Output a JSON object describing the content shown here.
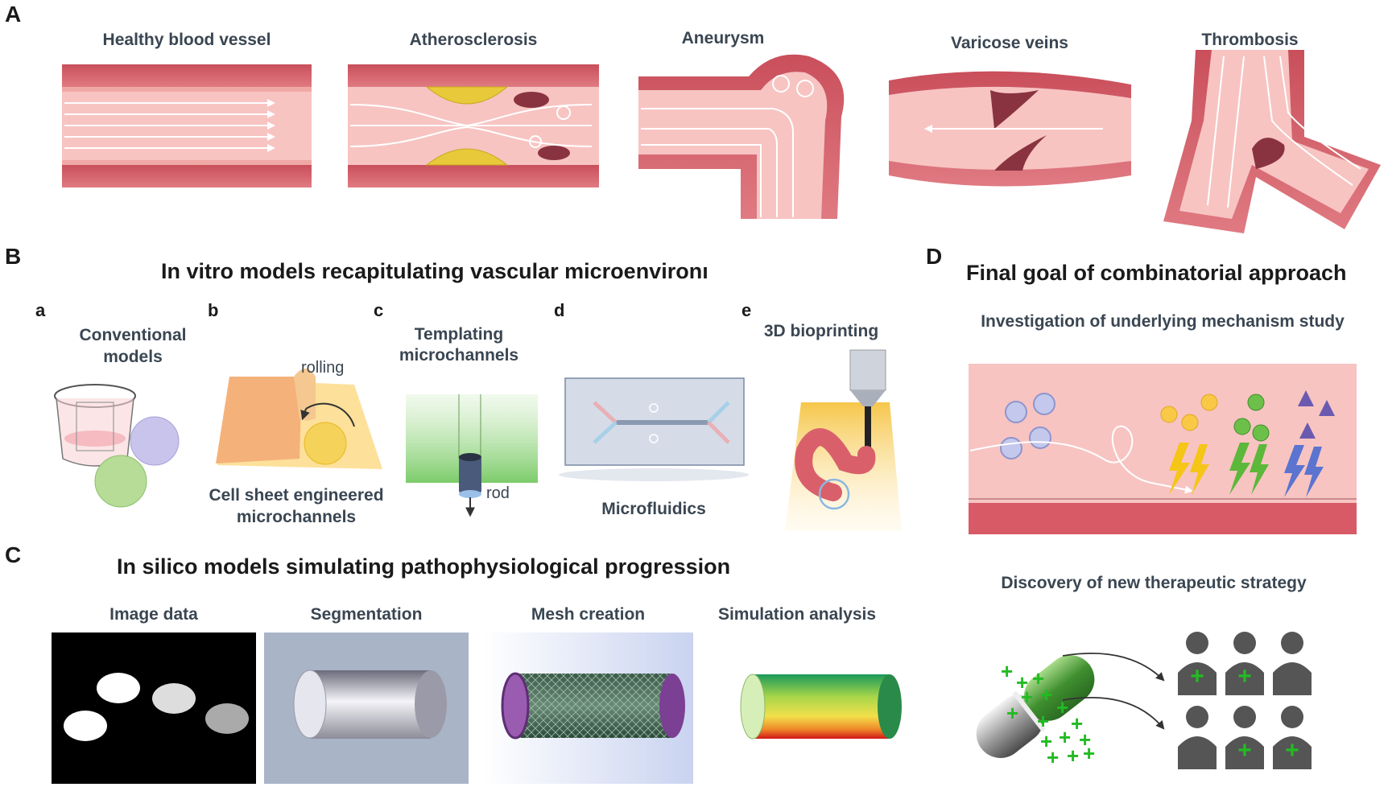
{
  "panelA": {
    "letter": "A",
    "conditions": [
      "Healthy blood vessel",
      "Atherosclerosis",
      "Aneurysm",
      "Varicose veins",
      "Thrombosis"
    ]
  },
  "panelB": {
    "letter": "B",
    "title": "In vitro models recapitulating vascular microenvironı",
    "items": [
      {
        "letter": "a",
        "label_lines": [
          "Conventional",
          "models"
        ]
      },
      {
        "letter": "b",
        "label_lines": [
          "Cell sheet engineered",
          "microchannels"
        ],
        "annotation": "rolling"
      },
      {
        "letter": "c",
        "label_lines": [
          "Templating",
          "microchannels"
        ],
        "annotation": "rod"
      },
      {
        "letter": "d",
        "label_lines": [
          "Microfluidics"
        ]
      },
      {
        "letter": "e",
        "label_lines": [
          "3D bioprinting"
        ]
      }
    ]
  },
  "panelC": {
    "letter": "C",
    "title": "In silico models simulating pathophysiological progression",
    "steps": [
      "Image data",
      "Segmentation",
      "Mesh creation",
      "Simulation analysis"
    ]
  },
  "panelD": {
    "letter": "D",
    "title": "Final goal of combinatorial approach",
    "subtitle1": "Investigation of underlying mechanism study",
    "subtitle2": "Discovery of new therapeutic strategy"
  },
  "colors": {
    "vessel_wall": "#d9606b",
    "vessel_lumen": "#f7c9c6",
    "plaque": "#e8c93a",
    "clot": "#8a3340",
    "green": "#22aa22",
    "person": "#555555"
  }
}
